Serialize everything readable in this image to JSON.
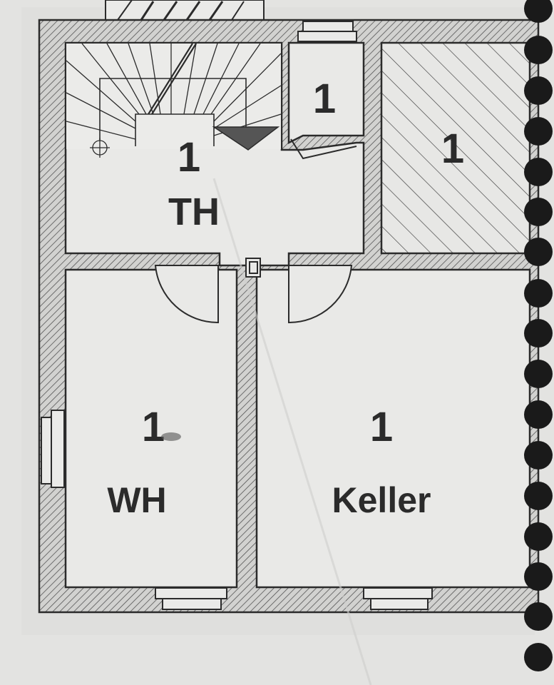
{
  "floor_plan": {
    "rooms": [
      {
        "id": "stair-hall",
        "number": "1",
        "name": "TH"
      },
      {
        "id": "small-room",
        "number": "1",
        "name": ""
      },
      {
        "id": "hatched-room",
        "number": "1",
        "name": ""
      },
      {
        "id": "wh-room",
        "number": "1",
        "name": "WH"
      },
      {
        "id": "keller-room",
        "number": "1",
        "name": "Keller"
      }
    ]
  },
  "colors": {
    "paper": "#e3e3e1",
    "room_fill": "#e9e9e7",
    "ink": "#2b2b2b",
    "binding_dots": "#1a1a1a"
  }
}
